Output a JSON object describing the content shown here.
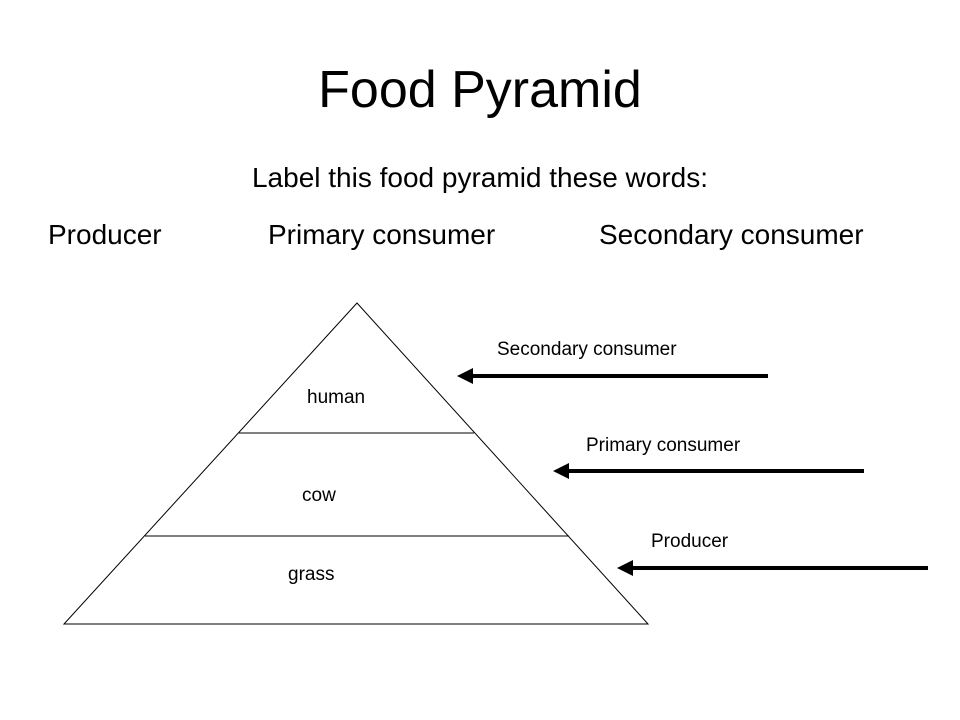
{
  "title": "Food Pyramid",
  "instruction": "Label this food pyramid these words:",
  "word_bank": [
    "Producer",
    "Primary consumer",
    "Secondary consumer"
  ],
  "pyramid": {
    "levels": [
      {
        "organism": "human",
        "label": "Secondary consumer"
      },
      {
        "organism": "cow",
        "label": "Primary consumer"
      },
      {
        "organism": "grass",
        "label": "Producer"
      }
    ]
  },
  "colors": {
    "background": "#ffffff",
    "ink": "#000000"
  }
}
